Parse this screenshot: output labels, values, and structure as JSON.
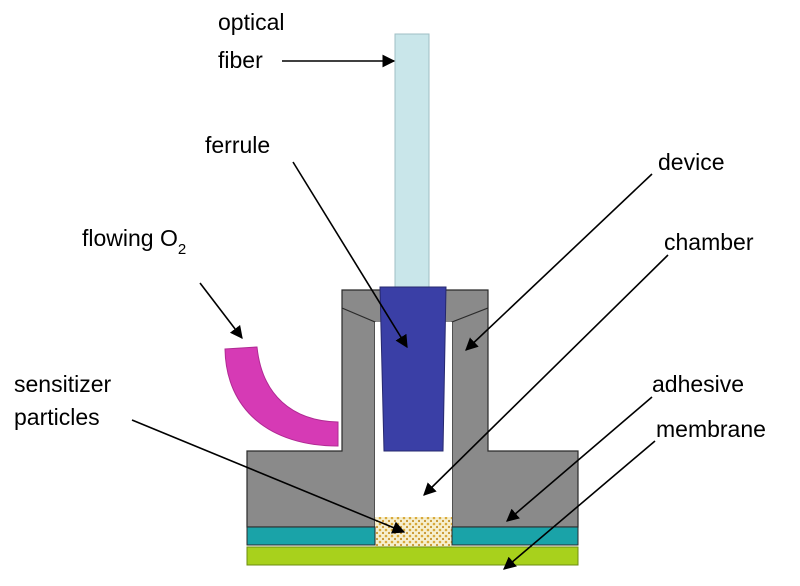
{
  "labels": {
    "optical_fiber_line1": "optical",
    "optical_fiber_line2": "fiber",
    "ferrule": "ferrule",
    "device": "device",
    "flowing_o2_main": "flowing O",
    "flowing_o2_subscript": "2",
    "chamber": "chamber",
    "sensitizer_line1": "sensitizer",
    "sensitizer_line2": "particles",
    "adhesive": "adhesive",
    "membrane": "membrane"
  },
  "colors": {
    "optical_fiber": "#c9e6ea",
    "ferrule": "#3a3fa6",
    "device": "#8a8a8a",
    "flow_tube": "#d63ab5",
    "adhesive": "#1aa3a8",
    "membrane": "#a8d11c",
    "sensitizer_particles": "#e2c55a",
    "outline": "#2a2a2a"
  }
}
